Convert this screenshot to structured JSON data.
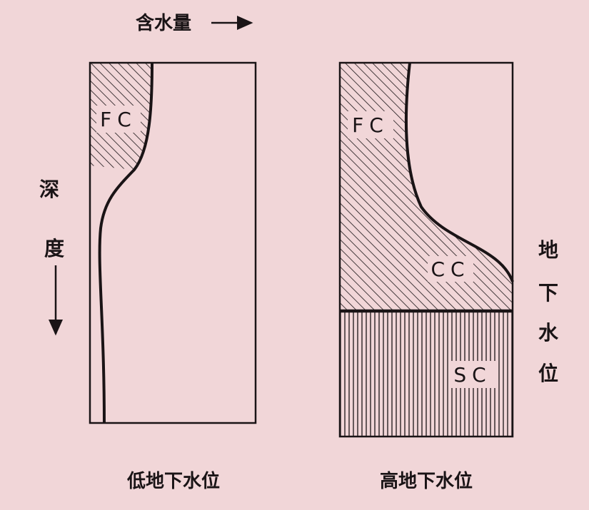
{
  "top_label": "含水量",
  "depth_label": [
    "深",
    "度"
  ],
  "groundwater_label": [
    "地",
    "下",
    "水",
    "位"
  ],
  "panels": {
    "low": {
      "caption": "低地下水位",
      "zones": [
        {
          "code": "FC"
        }
      ]
    },
    "high": {
      "caption": "高地下水位",
      "zones": [
        {
          "code": "FC"
        },
        {
          "code": "CC"
        },
        {
          "code": "SC"
        }
      ]
    }
  },
  "colors": {
    "background": "#f1d6d8",
    "ink": "#1a1416"
  }
}
